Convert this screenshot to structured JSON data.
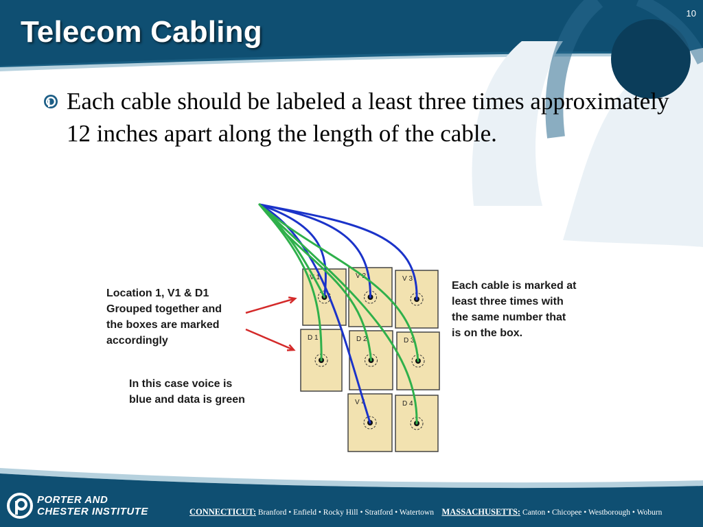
{
  "slide": {
    "title": "Telecom Cabling",
    "number": "10",
    "bullet": "Each cable should be labeled a least three times approximately 12 inches apart along the length of the cable."
  },
  "diagram": {
    "boxes": [
      {
        "label": "V 1"
      },
      {
        "label": "V 2"
      },
      {
        "label": "V 3"
      },
      {
        "label": "D 1"
      },
      {
        "label": "D 2"
      },
      {
        "label": "D 3"
      },
      {
        "label": "V 4"
      },
      {
        "label": "D 4"
      }
    ],
    "left_note": "Location 1, V1 & D1\nGrouped together and\nthe boxes are marked\naccordingly",
    "bottom_note": "In this case voice is\nblue and data is green",
    "right_note": "Each cable is marked at\nleast three times with\nthe same number that\nis on the box.",
    "voice_color": "#1b33c9",
    "data_color": "#2fb04b",
    "box_fill": "#f2e2b0",
    "arrow_color": "#d42a2a"
  },
  "footer": {
    "brand_line1": "PORTER AND",
    "brand_line2": "CHESTER INSTITUTE",
    "ct_label": "CONNECTICUT:",
    "ct_towns": "Branford • Enfield • Rocky Hill • Stratford • Watertown",
    "ma_label": "MASSACHUSETTS:",
    "ma_towns": "Canton • Chicopee • Westborough • Woburn"
  },
  "theme": {
    "header_color": "#0f4f72",
    "watermark_color": "#eaf1f6"
  }
}
